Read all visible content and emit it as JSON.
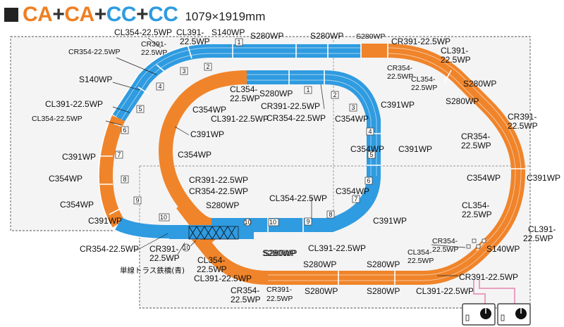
{
  "title": {
    "parts": [
      {
        "text": "CA",
        "color": "#ef7f22"
      },
      {
        "text": "+",
        "color": "#333333"
      },
      {
        "text": "CA",
        "color": "#ef7f22"
      },
      {
        "text": "+",
        "color": "#333333"
      },
      {
        "text": "CC",
        "color": "#2f9be0"
      },
      {
        "text": "+",
        "color": "#333333"
      },
      {
        "text": "CC",
        "color": "#2f9be0"
      }
    ],
    "size": "1079×1919mm"
  },
  "colors": {
    "orange_track": "#f0842a",
    "blue_track": "#2f9be0",
    "board": "#f4f4f4",
    "wire": "#e8a0c0"
  },
  "labels": {
    "cl354_top_left": "CL354-22.5WP",
    "cl391_top_left_a": "CL391-",
    "cl391_top_left_b": "22.5WP",
    "s140_top": "S140WP",
    "s280_top_1": "S280WP",
    "s280_top_2": "S280WP",
    "s280_top_3": "S280WP",
    "cr391_top_right": "CR391-22.5WP",
    "cr354_left": "CR354-22.5WP",
    "cr391_left_a": "CR391-",
    "cr391_left_b": "22.5WP",
    "s140_left": "S140WP",
    "cl391_left": "CL391-22.5WP",
    "cl354_left": "CL354-22.5WP",
    "c391_left": "C391WP",
    "c354_left_1": "C354WP",
    "c354_left_2": "C354WP",
    "c391_left_2": "C391WP",
    "cr354_bottom_left": "CR354-22.5WP",
    "cr391_bottom_left_a": "CR391-",
    "cr391_bottom_left_b": "22.5WP",
    "truss_bridge": "単線トラス鉄橋(青)",
    "cl354_bottom_a": "CL354-",
    "cl354_bottom_b": "22.5WP",
    "cl391_bottom": "CL391-22.5WP",
    "cr354_bottom_a": "CR354-",
    "cr354_bottom_b": "22.5WP",
    "cr391_bottom_a": "CR391-",
    "cr391_bottom_b": "22.5WP",
    "s280_bottom_1": "S280WP",
    "s280_bottom_2": "S280WP",
    "s280_bottom_3": "S280WP",
    "s280_bottom_4": "S280WP",
    "cl391_bottom_right": "CL391-22.5WP",
    "cr391_bottom_right": "CR391-22.5WP",
    "cr354_right_small_a": "CR354-",
    "cr354_right_small_b": "22.5WP",
    "cl354_right_small_a": "CL354-",
    "cl354_right_small_b": "22.5WP",
    "s140_right": "S140WP",
    "cl391_right_a": "CL391-",
    "cl391_right_b": "22.5WP",
    "cl354_right_a": "CL354-",
    "cl354_right_b": "22.5WP",
    "c354_right": "C354WP",
    "c391_right": "C391WP",
    "cr354_right_a": "CR354-",
    "cr354_right_b": "22.5WP",
    "cr391_right_a": "CR391-",
    "cr391_right_b": "22.5WP",
    "s280_right_1": "S280WP",
    "s280_right_2": "S280WP",
    "cl391_top_right_a": "CL391-",
    "cl391_top_right_b": "22.5WP",
    "cr354_top_small_a": "CR354-",
    "cr354_top_small_b": "22.5WP",
    "cl354_top_small_a": "CL354-",
    "cl354_top_small_b": "22.5WP",
    "s280_inner_top": "S280WP",
    "cl354_inner_a": "CL354-",
    "cl354_inner_b": "22.5WP",
    "c354_inner_1": "C354WP",
    "cl391_inner": "CL391-22.5WP",
    "cr391_inner": "CR391-22.5WP",
    "cr354_inner": "CR354-22.5WP",
    "c391_inner_1": "C391WP",
    "c391_inner_2": "C391WP",
    "c354_inner_2": "C354WP",
    "c391_inner_3": "C391WP",
    "c354_inner_3": "C354WP",
    "c354_inner_4": "C354WP",
    "c391_inner_4": "C391WP",
    "c354_inner_5": "C354WP",
    "cr391_inner_2": "CR391-22.5WP",
    "cr354_inner_2": "CR354-22.5WP",
    "s280_inner_2": "S280WP",
    "cl354_inner_2": "CL354-22.5WP",
    "s280_inner_3": "S280WP",
    "cl391_inner_2": "CL391-22.5WP"
  },
  "piece_ids": [
    "1",
    "2",
    "3",
    "4",
    "5",
    "6",
    "7",
    "8",
    "9",
    "10"
  ]
}
